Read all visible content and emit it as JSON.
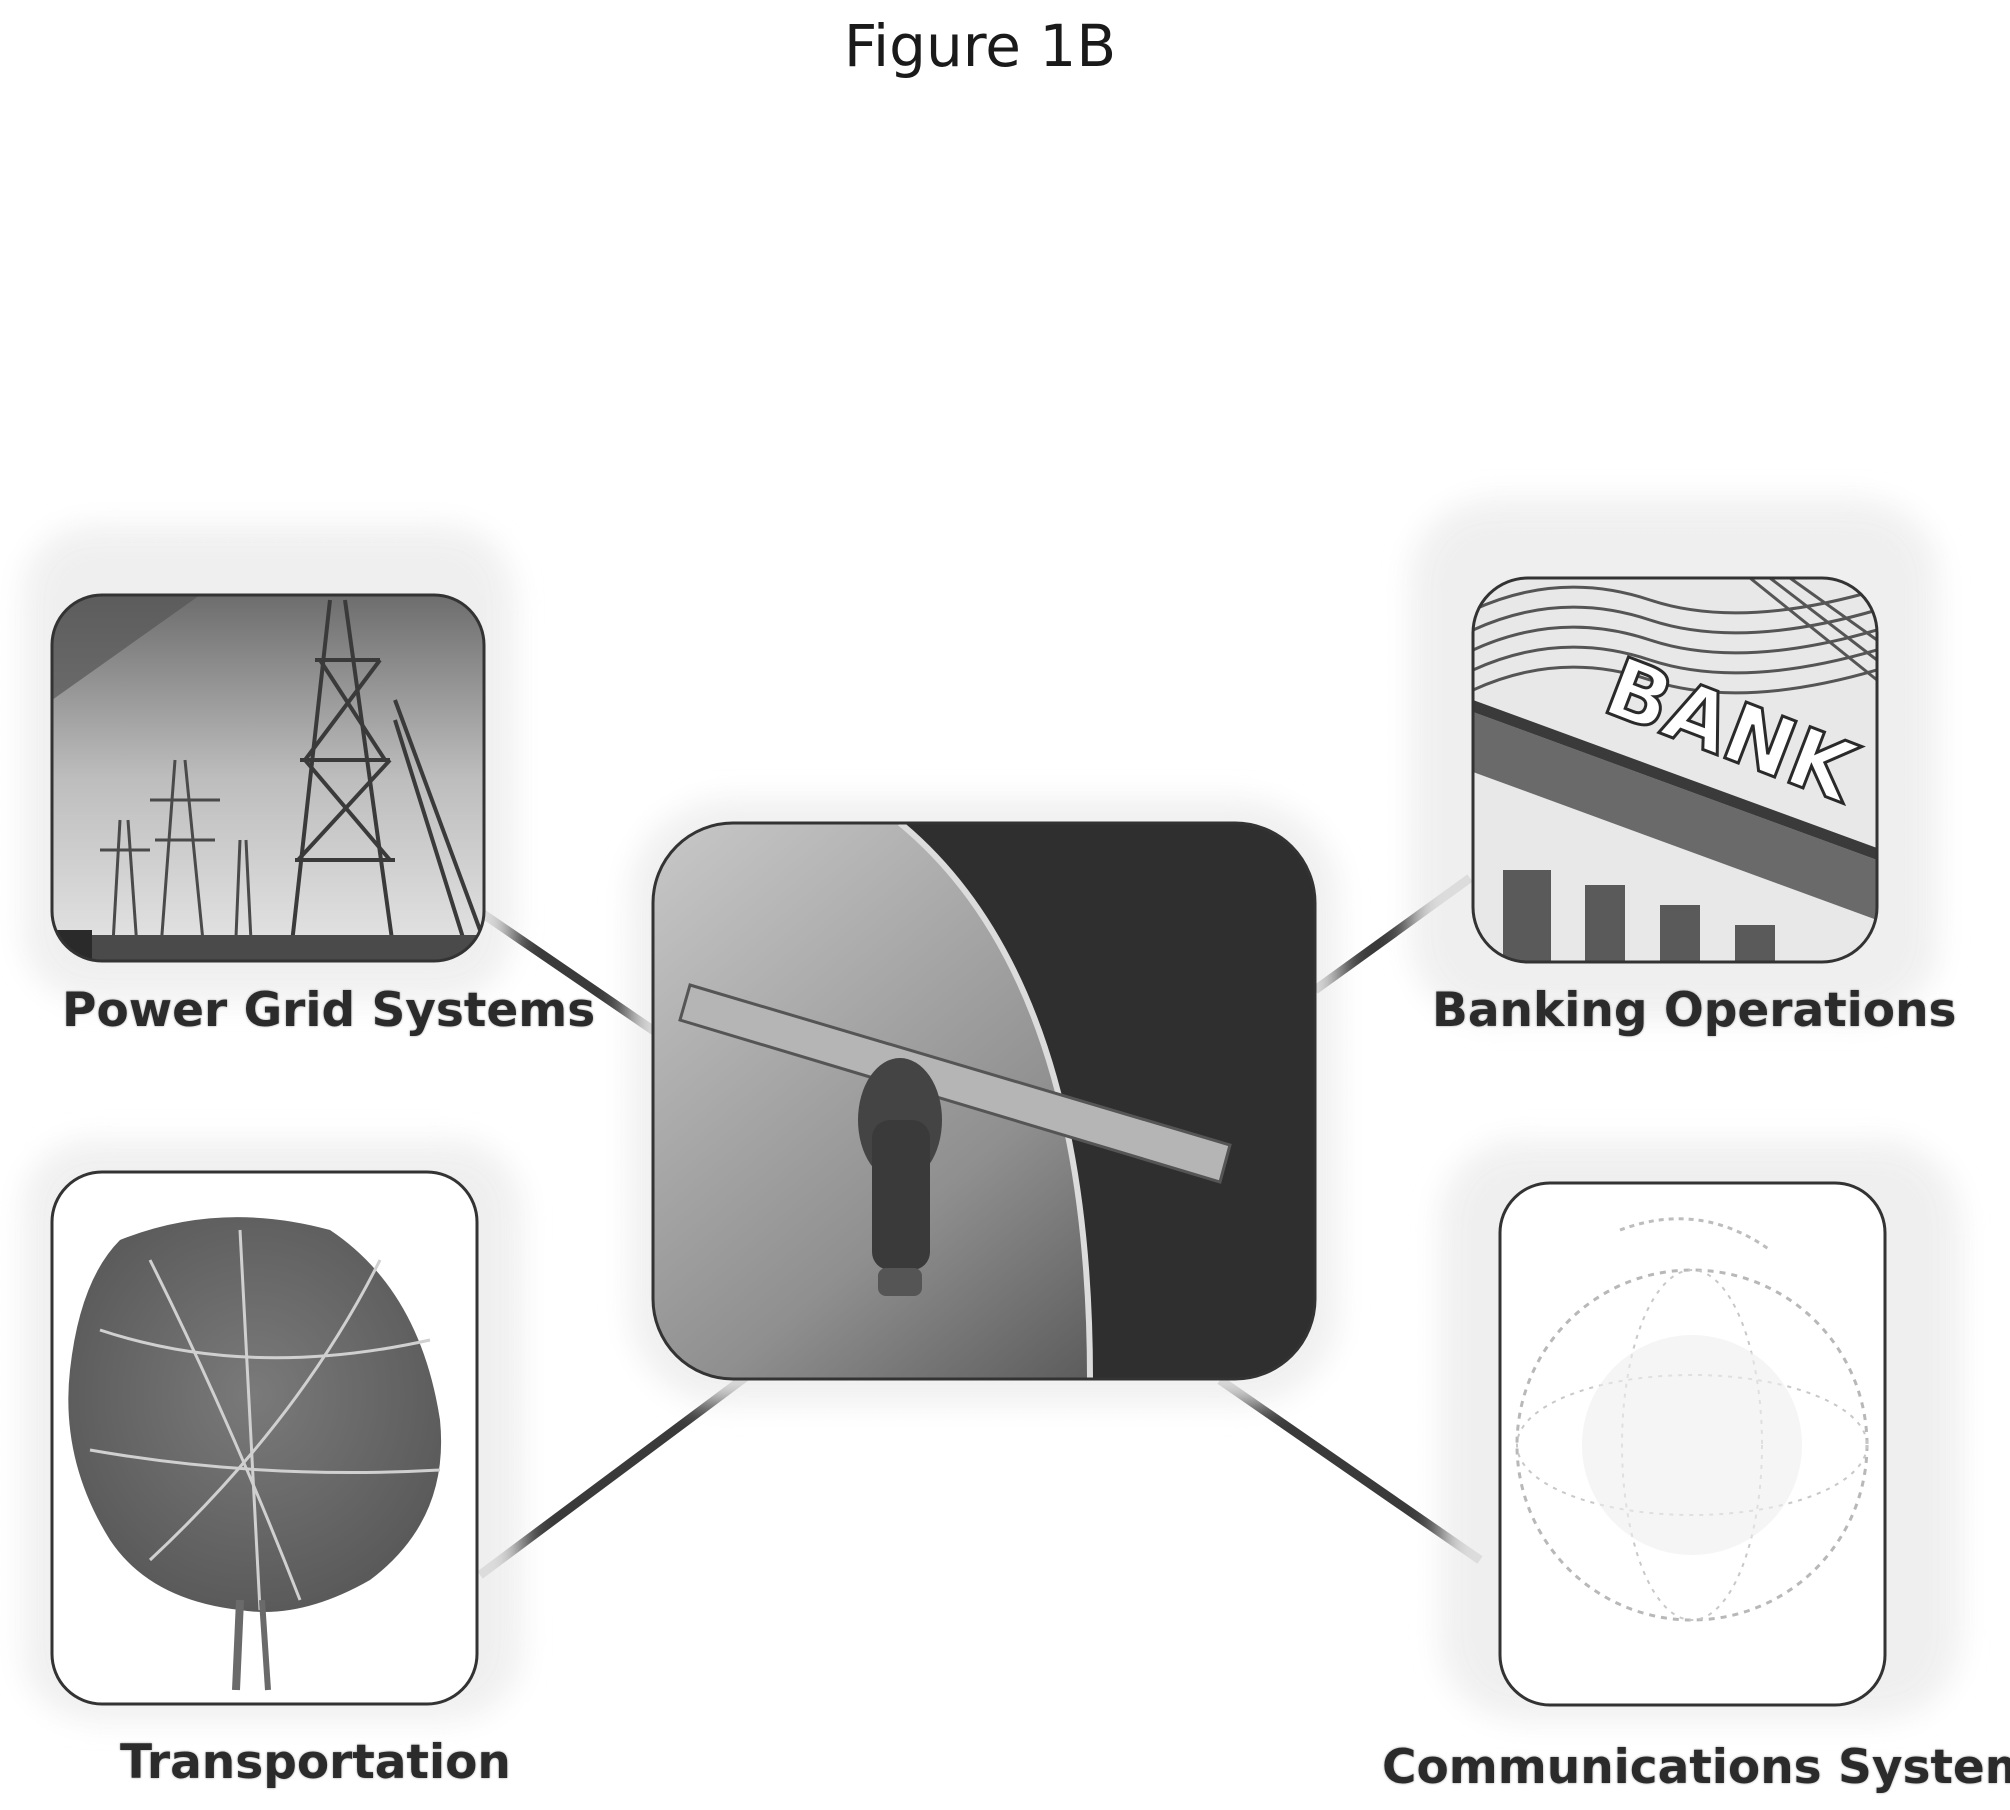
{
  "figure": {
    "title": "Figure 1B"
  },
  "nodes": {
    "center": {
      "icon": "satellite-icon"
    },
    "power_grid": {
      "label": "Power Grid Systems",
      "icon": "transmission-tower-icon"
    },
    "banking": {
      "label": "Banking Operations",
      "icon": "bank-building-icon"
    },
    "transportation": {
      "label": "Transportation",
      "icon": "road-map-icon"
    },
    "communications": {
      "label": "Communications Systems",
      "icon": "globe-network-icon"
    }
  },
  "colors": {
    "connector": "#3a3a3a",
    "halo": "#cfcfcf",
    "frame": "#333333"
  }
}
